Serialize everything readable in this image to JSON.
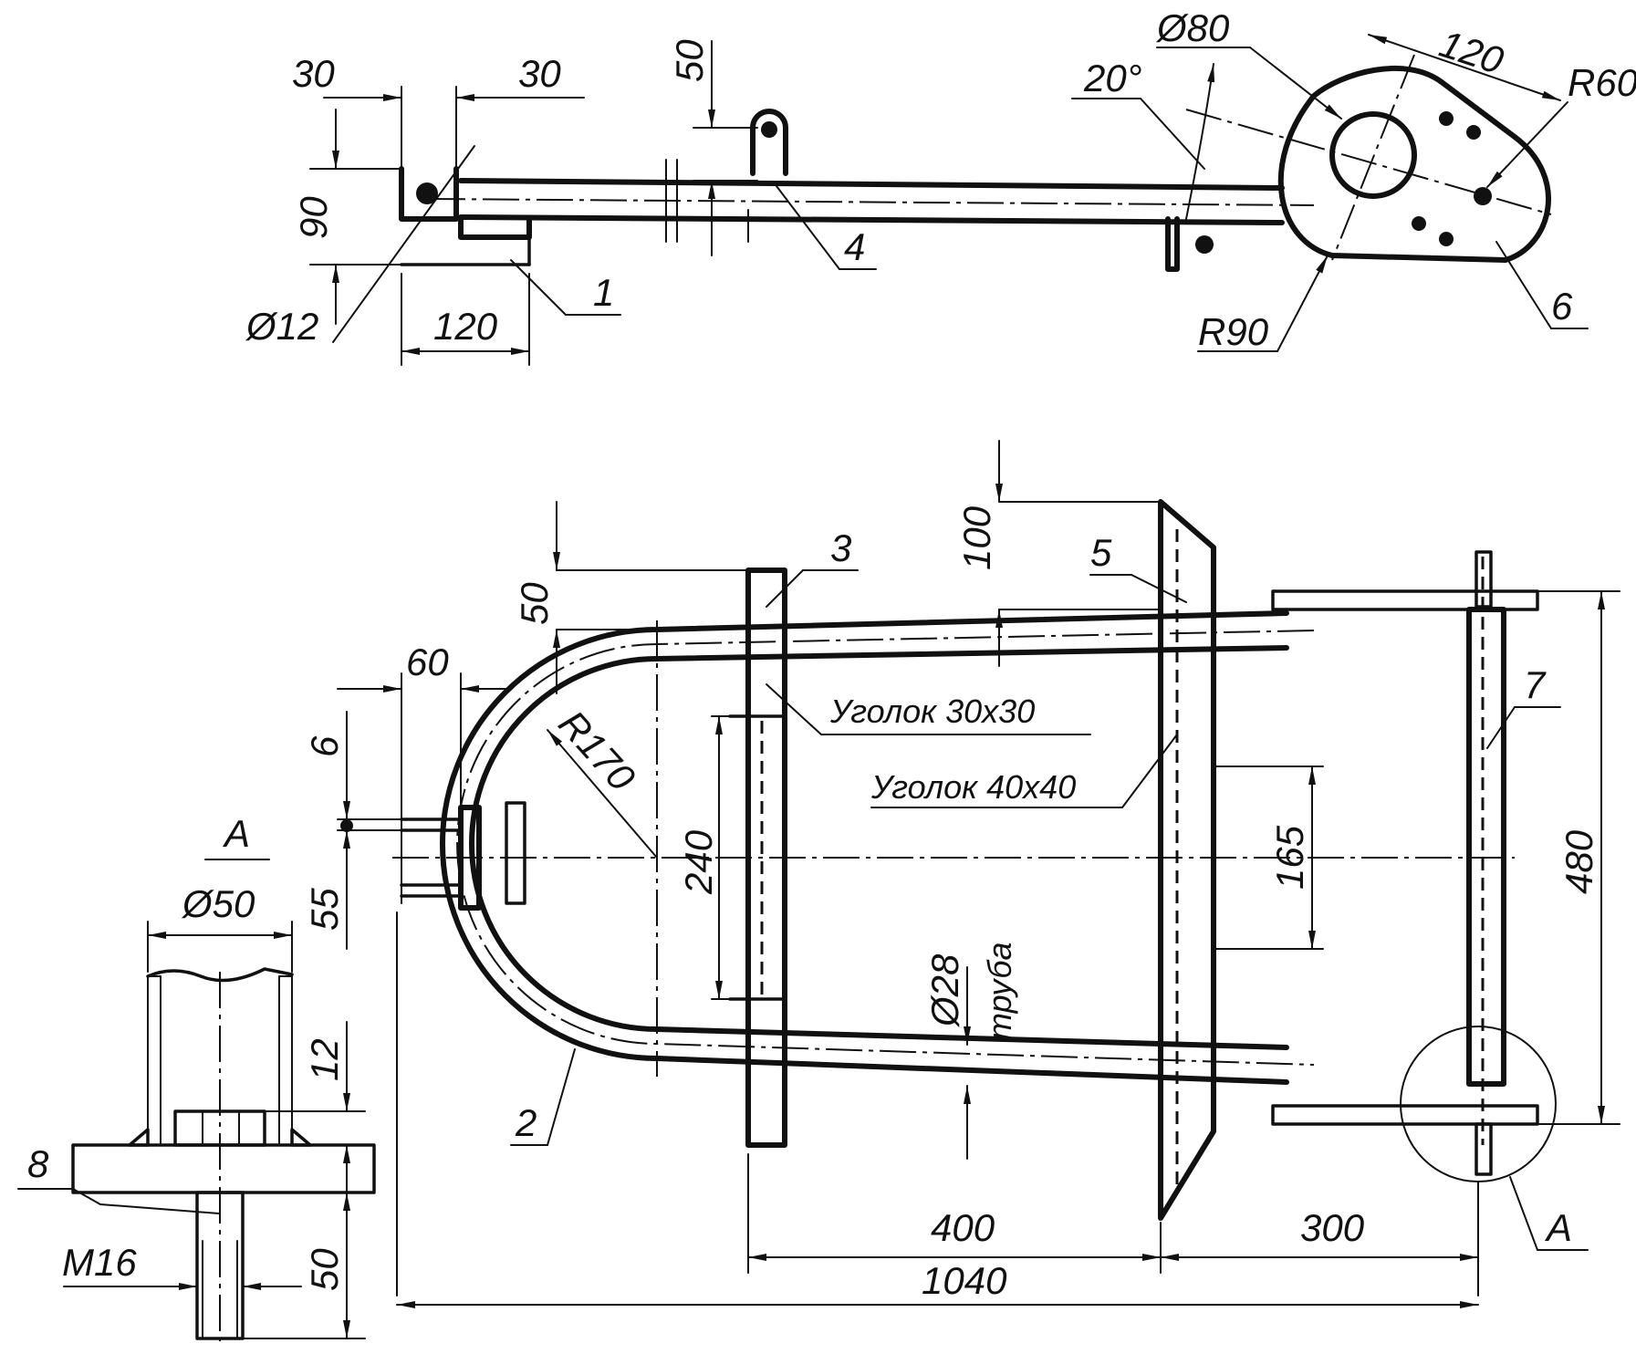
{
  "dimensions": {
    "d30_left": "30",
    "d30_right": "30",
    "d90": "90",
    "d12": "Ø12",
    "d120_bottom": "120",
    "d50_top": "50",
    "d80": "Ø80",
    "d20deg": "20°",
    "d120_top": "120",
    "r60": "R60",
    "r90": "R90",
    "d100": "100",
    "d50_plan": "50",
    "d60": "60",
    "d6": "6",
    "r170": "R170",
    "d240": "240",
    "d165": "165",
    "d480": "480",
    "d28": "Ø28",
    "d400": "400",
    "d300": "300",
    "d1040": "1040",
    "d50_detail": "Ø50",
    "d55": "55",
    "d12_detail": "12",
    "d50_bolt": "50",
    "m16": "M16"
  },
  "labels": {
    "pipe": "труба",
    "angle_30": "Уголок 30х30",
    "angle_40": "Уголок 40х40",
    "section_a": "А",
    "view_a": "А"
  },
  "part_numbers": {
    "p1": "1",
    "p2": "2",
    "p3": "3",
    "p4": "4",
    "p5": "5",
    "p6": "6",
    "p7": "7",
    "p8": "8"
  }
}
